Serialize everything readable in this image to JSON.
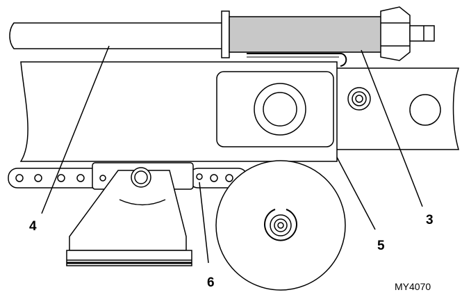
{
  "callouts": {
    "c3": "3",
    "c4": "4",
    "c5": "5",
    "c6": "6"
  },
  "figure_code": "MY4070",
  "colors": {
    "line": "#000000",
    "cylinder_fill": "#c8c8c8",
    "rail_fill": "#ffffff",
    "disc_fill": "#ffffff"
  }
}
